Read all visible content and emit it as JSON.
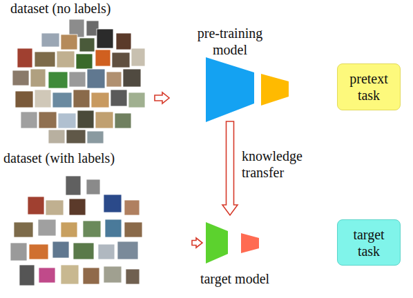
{
  "diagram": {
    "nodes": [
      {
        "text": [
          "dataset (no labels)"
        ]
      },
      {
        "text": [
          "pre-training model"
        ]
      },
      {
        "text": [
          "pretext task"
        ]
      },
      {
        "text": [
          "dataset (with labels)"
        ]
      },
      {
        "text": [
          "target model"
        ]
      },
      {
        "text": [
          "target task"
        ]
      }
    ],
    "edges": [
      {
        "from": 0,
        "to": 1,
        "arrow": "to"
      },
      {
        "from": 1,
        "to": 4,
        "label": "knowledge transfer",
        "arrow": "to"
      },
      {
        "from": 3,
        "to": 4,
        "arrow": "to"
      }
    ]
  }
}
